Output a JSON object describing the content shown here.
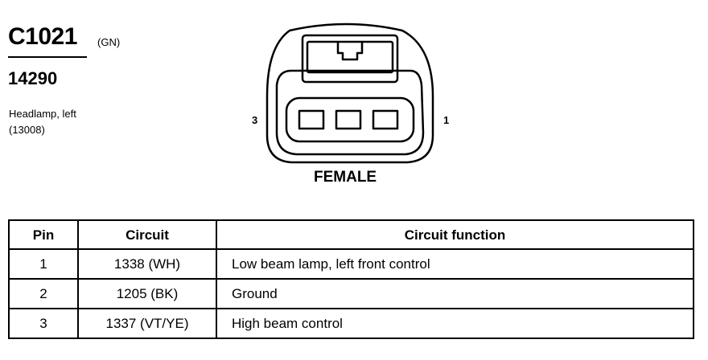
{
  "connector": {
    "id": "C1021",
    "color": "(GN)",
    "part_number": "14290",
    "description_lines": [
      "Headlamp, left",
      "(13008)"
    ],
    "view": "FEMALE",
    "pin_labels": {
      "left": "3",
      "right": "1"
    }
  },
  "table": {
    "headers": [
      "Pin",
      "Circuit",
      "Circuit function"
    ],
    "rows": [
      {
        "pin": "1",
        "circuit": "1338 (WH)",
        "function": "Low beam lamp, left front control"
      },
      {
        "pin": "2",
        "circuit": "1205 (BK)",
        "function": "Ground"
      },
      {
        "pin": "3",
        "circuit": "1337 (VT/YE)",
        "function": "High beam control"
      }
    ]
  }
}
